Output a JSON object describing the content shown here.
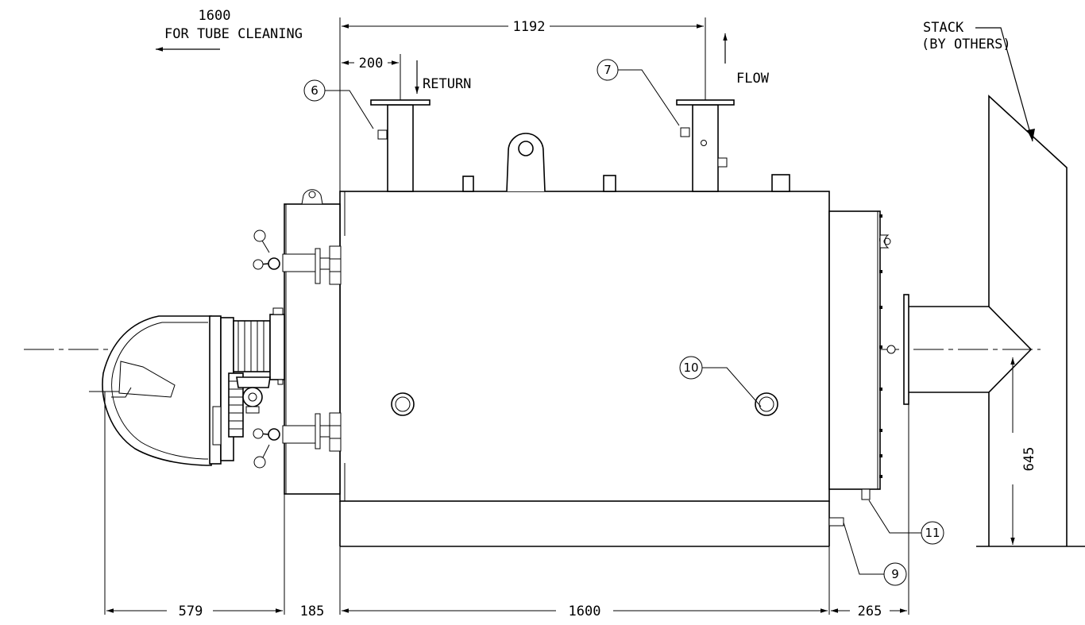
{
  "notes": {
    "tube_cleaning_dim": "1600",
    "tube_cleaning_label": "FOR TUBE CLEANING",
    "return_label": "RETURN",
    "flow_label": "FLOW",
    "stack_label_1": "STACK",
    "stack_label_2": "(BY OTHERS)"
  },
  "dimensions": {
    "top_overall": "1192",
    "top_offset": "200",
    "burner_length": "579",
    "front_plate": "185",
    "body_length": "1600",
    "rear_box": "265",
    "stack_height": "645"
  },
  "balloons": {
    "b6": "6",
    "b7": "7",
    "b9": "9",
    "b10": "10",
    "b11": "11"
  }
}
